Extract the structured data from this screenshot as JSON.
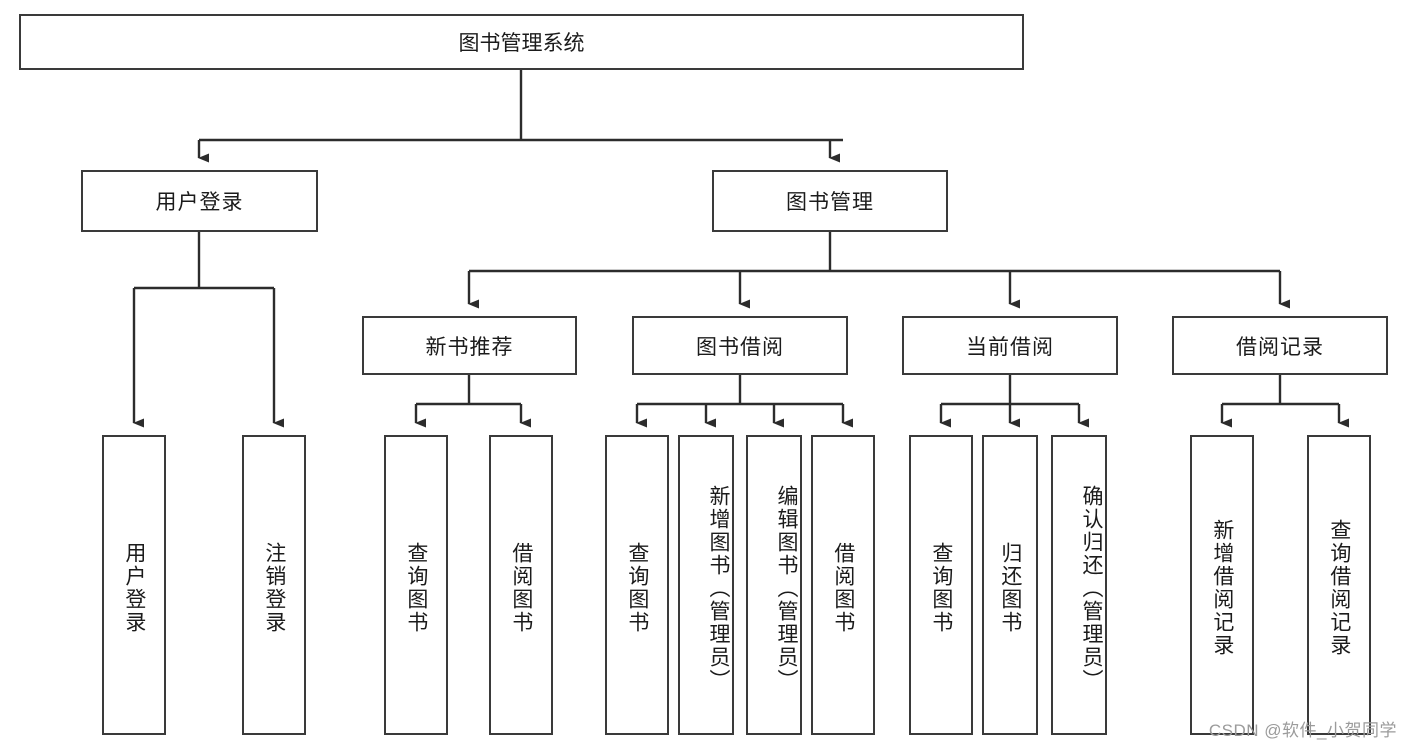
{
  "diagram": {
    "title": "图书管理系统",
    "type": "tree-hierarchy-chart",
    "root": {
      "label": "图书管理系统"
    },
    "level2": [
      {
        "label": "用户登录"
      },
      {
        "label": "图书管理"
      }
    ],
    "level3": [
      {
        "label": "新书推荐"
      },
      {
        "label": "图书借阅"
      },
      {
        "label": "当前借阅"
      },
      {
        "label": "借阅记录"
      }
    ],
    "leaves": {
      "user_login": [
        {
          "label": "用户登录"
        },
        {
          "label": "注销登录"
        }
      ],
      "new_book_recommend": [
        {
          "label": "查询图书"
        },
        {
          "label": "借阅图书"
        }
      ],
      "book_borrow": [
        {
          "label": "查询图书"
        },
        {
          "label": "新增图书（管理员）"
        },
        {
          "label": "编辑图书（管理员）"
        },
        {
          "label": "借阅图书"
        }
      ],
      "current_borrow": [
        {
          "label": "查询图书"
        },
        {
          "label": "归还图书"
        },
        {
          "label": "确认归还（管理员）"
        }
      ],
      "borrow_record": [
        {
          "label": "新增借阅记录"
        },
        {
          "label": "查询借阅记录"
        }
      ]
    }
  },
  "watermark": {
    "text": "CSDN @软件_小贺同学"
  },
  "colors": {
    "border": "#3a3a3a",
    "text": "#1b1b1b",
    "background": "#ffffff",
    "watermark": "#9b9b9b"
  }
}
